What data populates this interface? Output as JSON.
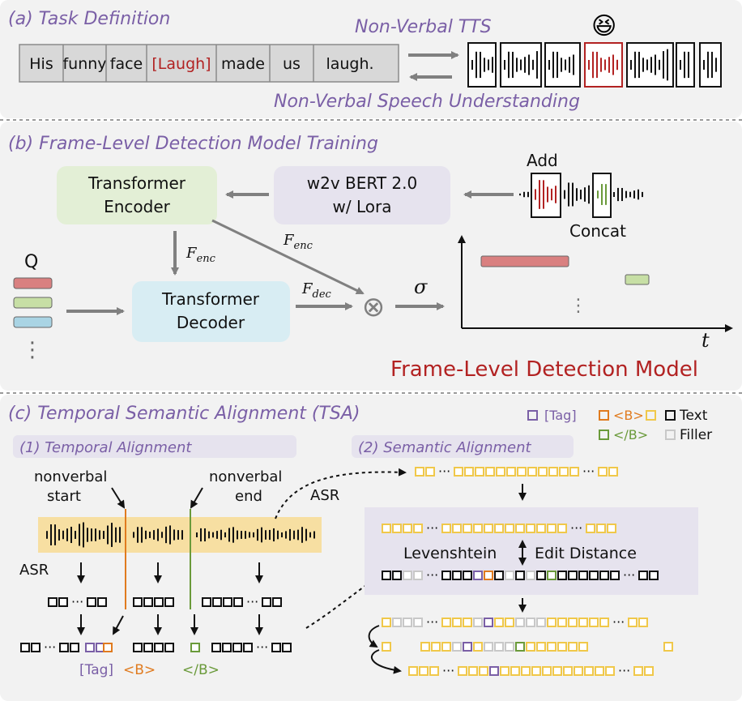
{
  "panel_a": {
    "title": "(a) Task Definition",
    "tts_label": "Non-Verbal TTS",
    "understanding_label": "Non-Verbal Speech Understanding",
    "tokens": [
      "His",
      "funny",
      "face",
      "[Laugh]",
      "made",
      "us",
      "laugh."
    ],
    "emoji": "😆"
  },
  "panel_b": {
    "title": "(b) Frame-Level Detection Model Training",
    "encoder_label": [
      "Transformer",
      "Encoder"
    ],
    "w2v_label": [
      "w2v BERT 2.0",
      "w/ Lora"
    ],
    "decoder_label": [
      "Transformer",
      "Decoder"
    ],
    "add_label": "Add",
    "concat_label": "Concat",
    "q_label": "Q",
    "f_enc_down": "F",
    "f_enc_down_sub": "enc",
    "f_enc_diag": "F",
    "f_enc_diag_sub": "enc",
    "f_dec": "F",
    "f_dec_sub": "dec",
    "sigma": "σ",
    "otimes": "⊗",
    "t_axis": "t",
    "vdots": "⋮",
    "model_name": "Frame-Level Detection Model"
  },
  "panel_c": {
    "title": "(c) Temporal Semantic Alignment (TSA)",
    "legend": {
      "tag": "[Tag]",
      "b_open": "<B>",
      "b_close": "</B>",
      "text": "Text",
      "filler": "Filler"
    },
    "temporal_title": "(1) Temporal Alignment",
    "semantic_title": "(2) Semantic Alignment",
    "nonverbal_start": [
      "nonverbal",
      "start"
    ],
    "nonverbal_end": [
      "nonverbal",
      "end"
    ],
    "asr_right": "ASR",
    "asr_left": "ASR",
    "levenshtein": "Levenshtein",
    "edit_distance": "Edit Distance",
    "tag_label": "[Tag]",
    "b_open_label": "<B>",
    "b_close_label": "</B>",
    "ellipsis": "···"
  },
  "colors": {
    "tag": "#7a5fa6",
    "b_open": "#e07b1f",
    "b_close": "#6a9a3a",
    "text": "#111111",
    "filler": "#c8c8c8",
    "yellow": "#f0c84a",
    "red": "#b22222",
    "title_purple": "#7a5fa6"
  }
}
